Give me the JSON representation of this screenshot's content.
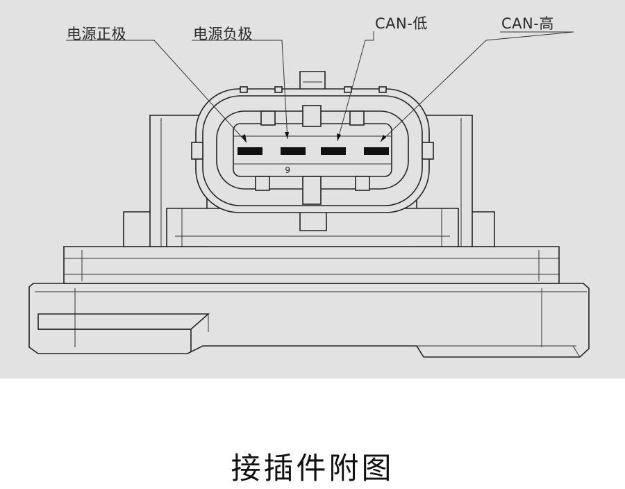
{
  "labels": {
    "power_positive": "电源正极",
    "power_negative": "电源负极",
    "can_low": "CAN-低",
    "can_high": "CAN-高"
  },
  "caption": "接插件附图",
  "colors": {
    "panel_background": "#e2e2e2",
    "line": "#222222",
    "pin": "#111111"
  }
}
